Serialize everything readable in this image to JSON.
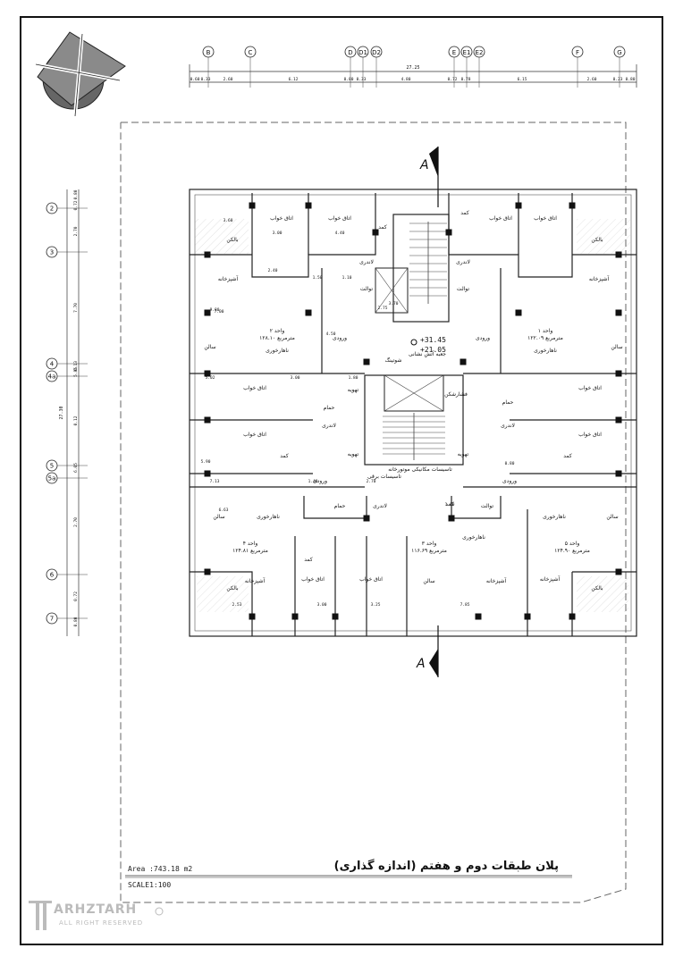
{
  "sheet": {
    "area_label": "Area :743.18  m2",
    "scale_label": "SCALE1:100",
    "title": "پلان طبقات دوم و هفتم (اندازه گذاری)",
    "brand": "ARHZTARH",
    "brand_sub": "ALL RIGHT RESERVED",
    "section_mark": "A"
  },
  "grid_axes_top": [
    "B",
    "C",
    "D",
    "D1",
    "D2",
    "E",
    "E1",
    "E2",
    "F",
    "G"
  ],
  "grid_axes_left": [
    "2",
    "3",
    "4",
    "4a",
    "5",
    "5a",
    "6",
    "7"
  ],
  "top_dimensions": {
    "overall": "27.25",
    "segments": [
      "0.60",
      "0.33",
      "2.60",
      "6.12",
      "0.80",
      "0.33",
      "4.80",
      "0.72",
      "0.78",
      "6.15",
      "2.60",
      "0.23",
      "0.80"
    ]
  },
  "left_dimensions": {
    "overall": "27.30",
    "segments": [
      "0.80",
      "0.72",
      "2.70",
      "7.70",
      "0.13",
      "5.85",
      "0.12",
      "6.05",
      "2.70",
      "0.72",
      "0.80"
    ]
  },
  "units": [
    {
      "name": "واحد ۱",
      "area": "۱۲۲.۰۹ مترمربع"
    },
    {
      "name": "واحد ۲",
      "area": "۱۲۸.۱۰ مترمربع"
    },
    {
      "name": "واحد ۳",
      "area": "۱۱۶.۶۹ مترمربع"
    },
    {
      "name": "واحد ۴",
      "area": "۱۲۴.۸۱ مترمربع"
    },
    {
      "name": "واحد ۵",
      "area": "۱۲۴.۹۰ مترمربع"
    }
  ],
  "rooms": {
    "bedroom": "اتاق خواب",
    "balcony": "بالکن",
    "kitchen": "آشپزخانه",
    "hall": "سالن",
    "dining": "ناهارخوری",
    "bath": "حمام",
    "toilet": "توالت",
    "closet": "کمد",
    "laundry": "لاندری",
    "entry": "ورودی",
    "shaft": "شوتینگ",
    "ventilation": "تهویه",
    "fire_box": "جعبه آتش نشانی",
    "fire_valve": "فشارشکن",
    "installations": "تاسیسات مکانیکی موتورخانه",
    "installations_elec": "تاسیسات برقی"
  },
  "levels": {
    "top": "+31.45",
    "bottom": "+21.05"
  },
  "room_dims": [
    "3.60",
    "3.00",
    "4.40",
    "2.40",
    "9.80",
    "7.00",
    "4.50",
    "5.02",
    "3.00",
    "5.90",
    "7.13",
    "6.63",
    "2.53",
    "3.00",
    "3.25",
    "7.85",
    "1.80",
    "3.70",
    "2.75",
    "1.50",
    "1.10",
    "1.40",
    "2.70",
    "0.80",
    "1.00"
  ]
}
